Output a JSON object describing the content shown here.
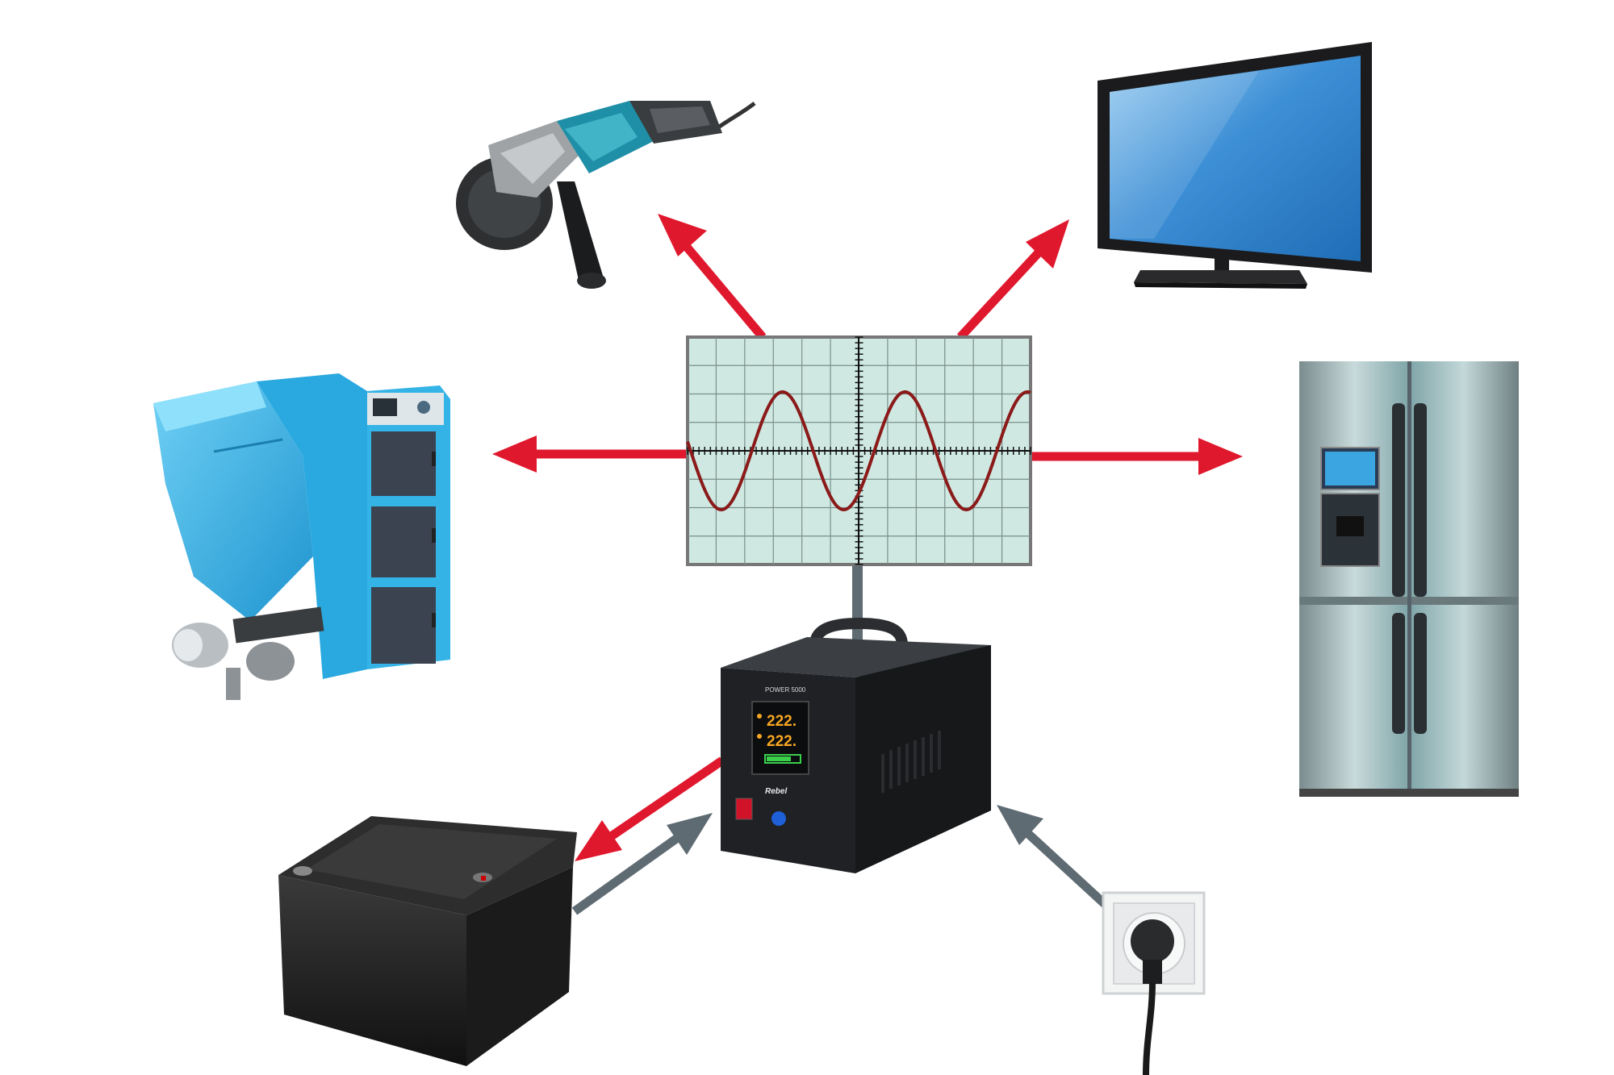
{
  "colors": {
    "output_arrow": "#e0182d",
    "input_arrow": "#5f6b72",
    "scope_bg": "#cfe9e2",
    "scope_grid": "#7a8f8a",
    "sine": "#8b1a1a",
    "unit_body": "#1f2124",
    "display_amber": "#f5a623",
    "display_green": "#3ad04a",
    "boiler_blue": "#29a9df",
    "tv_screen": "#3f8fd6",
    "fridge_steel": "#8fb6b8",
    "grinder_teal": "#1e8fa6"
  },
  "icons": {
    "grinder": "angle-grinder-icon",
    "tv": "flat-tv-icon",
    "boiler": "pellet-boiler-icon",
    "fridge": "refrigerator-icon",
    "battery": "battery-icon",
    "socket": "wall-socket-icon",
    "scope": "oscilloscope-sine-icon",
    "unit": "inverter-ups-icon"
  },
  "unit": {
    "model": "POWER 5000",
    "brand": "Rebel",
    "display_line1": "222.",
    "display_line2": "222."
  }
}
